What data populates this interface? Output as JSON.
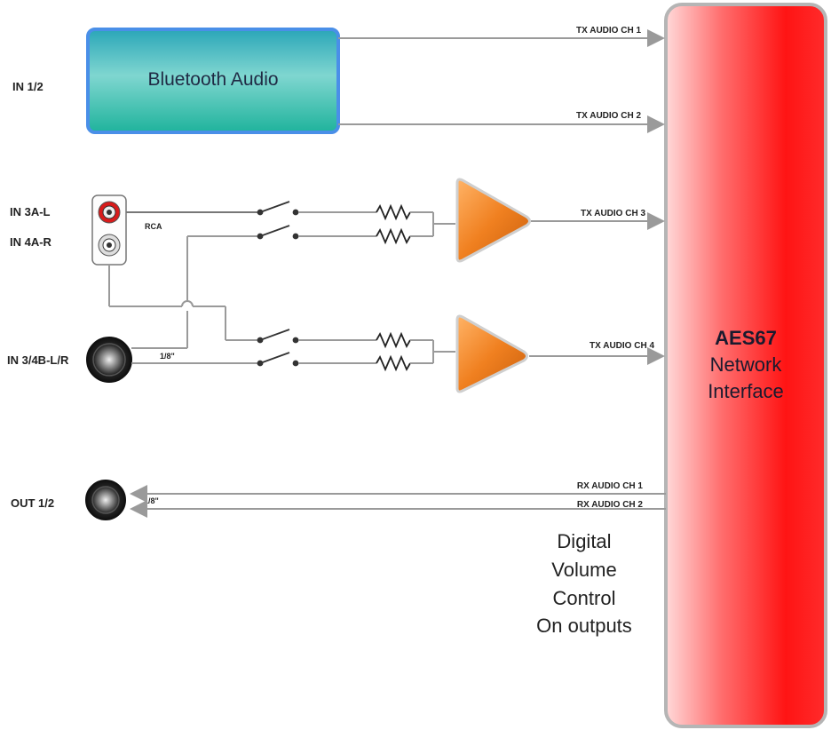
{
  "diagram": {
    "bluetooth_block": "Bluetooth Audio",
    "network_block": {
      "title": "AES67",
      "line2": "Network",
      "line3": "Interface"
    },
    "inputs": {
      "in_1_2": "IN 1/2",
      "in_3a_l": "IN 3A-L",
      "in_4a_r": "IN 4A-R",
      "in_3_4b": "IN 3/4B-L/R",
      "out_1_2": "OUT 1/2"
    },
    "connector_labels": {
      "rca": "RCA",
      "jack_in": "1/8\"",
      "jack_out": "1/8\""
    },
    "channels": {
      "tx1": "TX AUDIO CH 1",
      "tx2": "TX AUDIO CH 2",
      "tx3": "TX AUDIO CH  3",
      "tx4": "TX AUDIO CH  4",
      "rx1": "RX AUDIO CH 1",
      "rx2": "RX AUDIO CH 2"
    },
    "note": {
      "line1": "Digital",
      "line2": "Volume",
      "line3": "Control",
      "line4": "On outputs"
    },
    "colors": {
      "bluetooth_fill": "#33b8b4",
      "bluetooth_border": "#4a8fe8",
      "network_fill": "#ff1a1a",
      "amp_fill": "#f08020",
      "wire": "#9a9a9a"
    }
  }
}
